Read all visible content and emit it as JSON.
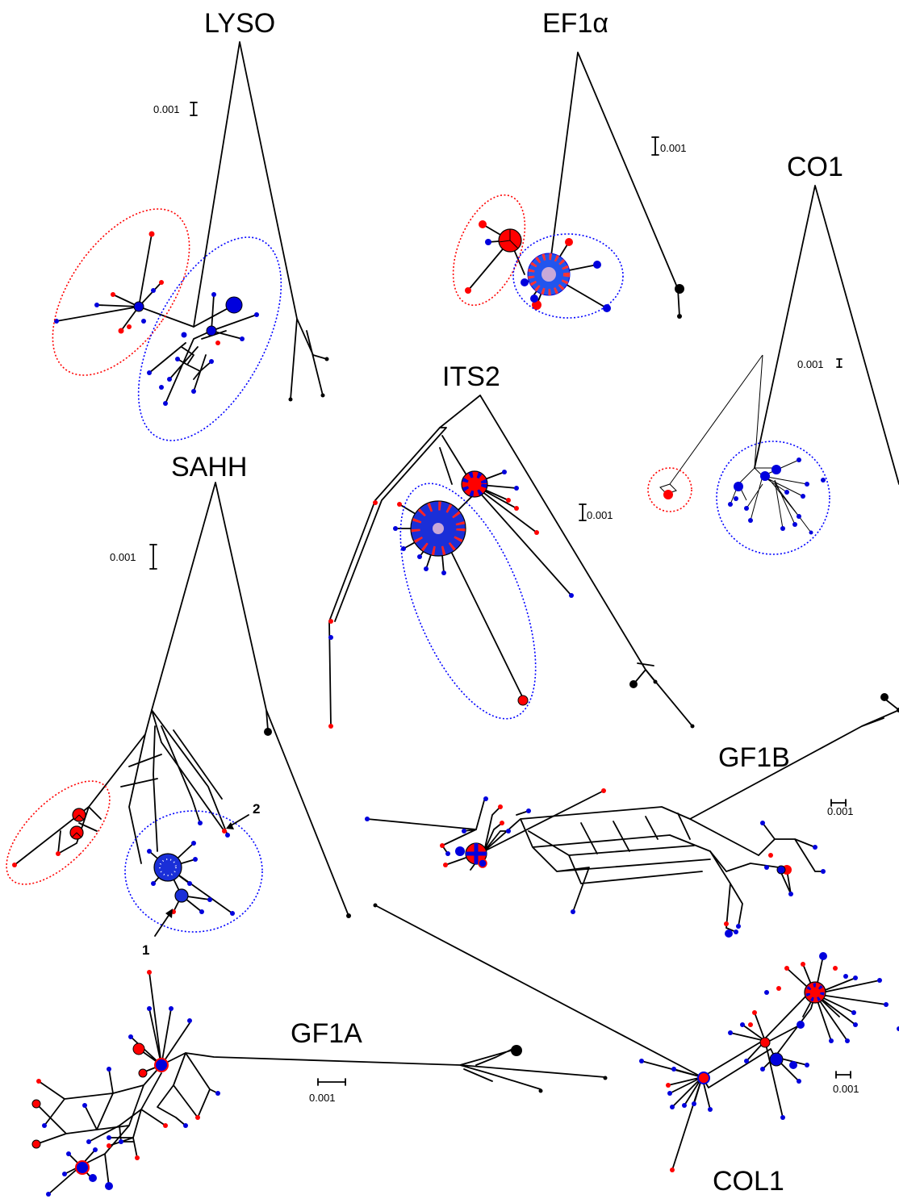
{
  "figure": {
    "colors": {
      "red": "#ff0000",
      "blue": "#0000dd",
      "black": "#000000",
      "lavender": "#c8a8d8"
    },
    "networks": [
      {
        "id": "lyso",
        "title": "LYSO",
        "scale": "0.001"
      },
      {
        "id": "ef1a",
        "title": "EF1α",
        "scale": "0.001"
      },
      {
        "id": "co1",
        "title": "CO1",
        "scale": "0.001"
      },
      {
        "id": "its2",
        "title": "ITS2",
        "scale": "0.001"
      },
      {
        "id": "sahh",
        "title": "SAHH",
        "scale": "0.001"
      },
      {
        "id": "gf1b",
        "title": "GF1B",
        "scale": "0.001"
      },
      {
        "id": "gf1a",
        "title": "GF1A",
        "scale": "0.001"
      },
      {
        "id": "col1",
        "title": "COL1",
        "scale": "0.001"
      }
    ],
    "arrow_labels": [
      "1",
      "2"
    ]
  }
}
